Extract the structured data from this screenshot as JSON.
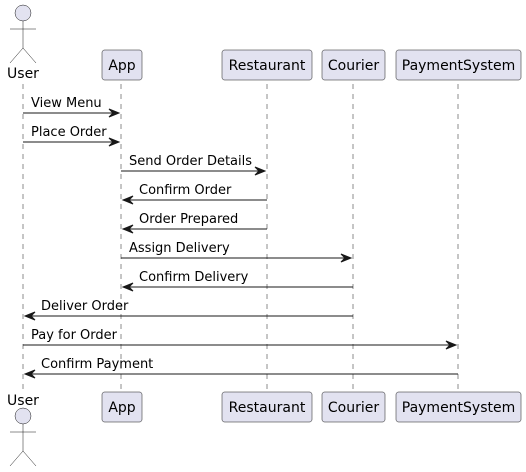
{
  "participants": [
    {
      "id": "user",
      "label": "User",
      "kind": "actor"
    },
    {
      "id": "app",
      "label": "App",
      "kind": "participant"
    },
    {
      "id": "restaurant",
      "label": "Restaurant",
      "kind": "participant"
    },
    {
      "id": "courier",
      "label": "Courier",
      "kind": "participant"
    },
    {
      "id": "payment",
      "label": "PaymentSystem",
      "kind": "participant"
    }
  ],
  "messages": [
    {
      "from": "user",
      "to": "app",
      "label": "View Menu"
    },
    {
      "from": "user",
      "to": "app",
      "label": "Place Order"
    },
    {
      "from": "app",
      "to": "restaurant",
      "label": "Send Order Details"
    },
    {
      "from": "restaurant",
      "to": "app",
      "label": "Confirm Order"
    },
    {
      "from": "restaurant",
      "to": "app",
      "label": "Order Prepared"
    },
    {
      "from": "app",
      "to": "courier",
      "label": "Assign Delivery"
    },
    {
      "from": "courier",
      "to": "app",
      "label": "Confirm Delivery"
    },
    {
      "from": "courier",
      "to": "user",
      "label": "Deliver Order"
    },
    {
      "from": "user",
      "to": "payment",
      "label": "Pay for Order"
    },
    {
      "from": "payment",
      "to": "user",
      "label": "Confirm Payment"
    }
  ]
}
